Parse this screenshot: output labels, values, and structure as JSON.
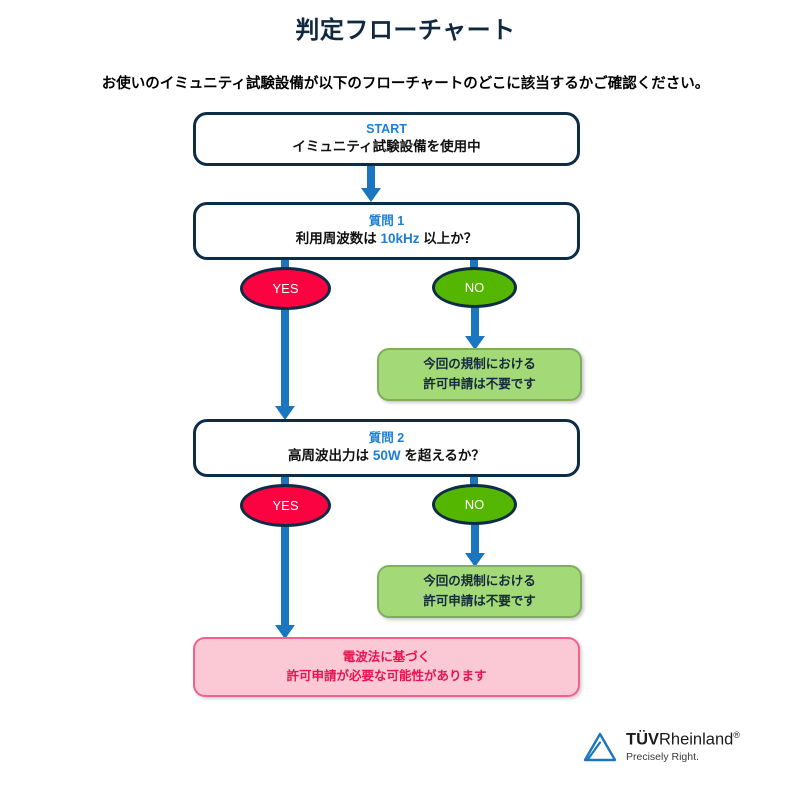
{
  "page": {
    "title": "判定フローチャート",
    "subtitle": "お使いのイミュニティ試験設備が以下のフローチャートのどこに該当するかご確認ください。"
  },
  "colors": {
    "title_navy": "#10293f",
    "box_border_navy": "#0d2c45",
    "accent_blue": "#1b7fd4",
    "connector_blue": "#1b76c0",
    "yes_red": "#fb0340",
    "no_green": "#55b600",
    "result_green_fill": "#a3d977",
    "result_pink_fill": "#fbc9d6",
    "result_pink_text": "#e8134f"
  },
  "flow": {
    "start": {
      "label": "START",
      "text": "イミュニティ試験設備を使用中"
    },
    "question1": {
      "label": "質問 1",
      "text_before": "利用周波数は ",
      "highlight": "10kHz",
      "text_after": " 以上か？"
    },
    "question2": {
      "label": "質問 2",
      "text_before": "高周波出力は ",
      "highlight": "50W",
      "text_after": " を超えるか？"
    },
    "yes1": "YES",
    "no1": "NO",
    "yes2": "YES",
    "no2": "NO",
    "result_no1": {
      "line1": "今回の規制における",
      "line2": "許可申請は不要です"
    },
    "result_no2": {
      "line1": "今回の規制における",
      "line2": "許可申請は不要です"
    },
    "result_yes2": {
      "line1": "電波法に基づく",
      "line2": "許可申請が必要な可能性があります"
    }
  },
  "logo": {
    "name_bold": "TÜV",
    "name_rest": "Rheinland",
    "registered": "®",
    "tagline": "Precisely Right."
  }
}
